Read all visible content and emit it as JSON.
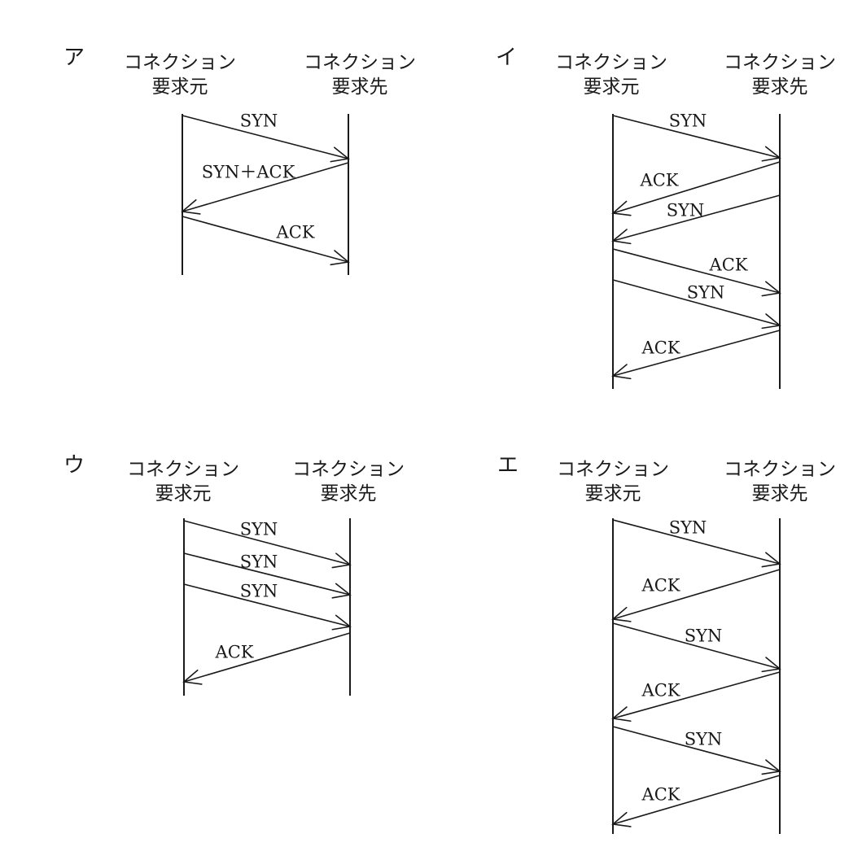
{
  "figure": {
    "panels": [
      {
        "id": "a",
        "option_label": "ア",
        "left_label": [
          "コネクション",
          "要求元"
        ],
        "right_label": [
          "コネクション",
          "要求先"
        ],
        "messages": [
          {
            "label": "SYN",
            "direction": "to-right"
          },
          {
            "label": "SYN＋ACK",
            "direction": "to-left"
          },
          {
            "label": "ACK",
            "direction": "to-right"
          }
        ]
      },
      {
        "id": "i",
        "option_label": "イ",
        "left_label": [
          "コネクション",
          "要求元"
        ],
        "right_label": [
          "コネクション",
          "要求先"
        ],
        "messages": [
          {
            "label": "SYN",
            "direction": "to-right"
          },
          {
            "label": "ACK",
            "direction": "to-left"
          },
          {
            "label": "SYN",
            "direction": "to-left"
          },
          {
            "label": "ACK",
            "direction": "to-right"
          },
          {
            "label": "SYN",
            "direction": "to-right"
          },
          {
            "label": "ACK",
            "direction": "to-left"
          }
        ]
      },
      {
        "id": "u",
        "option_label": "ウ",
        "left_label": [
          "コネクション",
          "要求元"
        ],
        "right_label": [
          "コネクション",
          "要求先"
        ],
        "messages": [
          {
            "label": "SYN",
            "direction": "to-right"
          },
          {
            "label": "SYN",
            "direction": "to-right"
          },
          {
            "label": "SYN",
            "direction": "to-right"
          },
          {
            "label": "ACK",
            "direction": "to-left"
          }
        ]
      },
      {
        "id": "e",
        "option_label": "エ",
        "left_label": [
          "コネクション",
          "要求元"
        ],
        "right_label": [
          "コネクション",
          "要求先"
        ],
        "messages": [
          {
            "label": "SYN",
            "direction": "to-right"
          },
          {
            "label": "ACK",
            "direction": "to-left"
          },
          {
            "label": "SYN",
            "direction": "to-right"
          },
          {
            "label": "ACK",
            "direction": "to-left"
          },
          {
            "label": "SYN",
            "direction": "to-right"
          },
          {
            "label": "ACK",
            "direction": "to-left"
          }
        ]
      }
    ]
  }
}
